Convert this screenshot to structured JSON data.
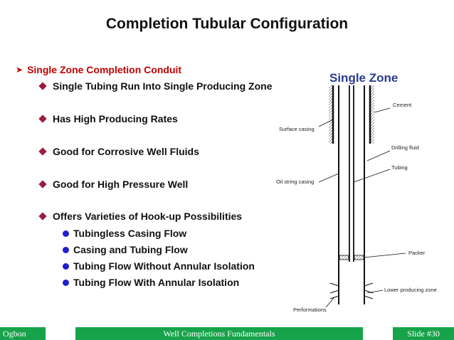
{
  "title": "Completion Tubular Configuration",
  "main": {
    "heading": "Single Zone Completion Conduit",
    "items": [
      "Single Tubing Run Into Single Producing Zone",
      "Has High Producing Rates",
      "Good for Corrosive Well Fluids",
      "Good for High Pressure Well",
      "Offers Varieties of Hook-up Possibilities"
    ],
    "subitems": [
      "Tubingless Casing Flow",
      "Casing and Tubing Flow",
      "Tubing Flow Without Annular Isolation",
      "Tubing Flow With Annular Isolation"
    ]
  },
  "diagram": {
    "title": "Single Zone",
    "labels": {
      "cement": "Cement",
      "surface_casing": "Surface casing",
      "drilling_fluid": "Drilling fluid",
      "tubing": "Tubing",
      "oil_string_casing": "Oil string casing",
      "packer": "Packer",
      "lower_producing_zone": "Lower producing zone",
      "perforations": "Performations"
    }
  },
  "footer": {
    "left": "Ogbon",
    "center": "Well Completions Fundamentals",
    "right": "Slide #30"
  },
  "colors": {
    "heading_red": "#c00000",
    "diamond": "#9b1c3c",
    "dot_blue": "#1f1fd0",
    "diagram_title": "#2a3b8f",
    "footer_green": "#16a34a"
  }
}
